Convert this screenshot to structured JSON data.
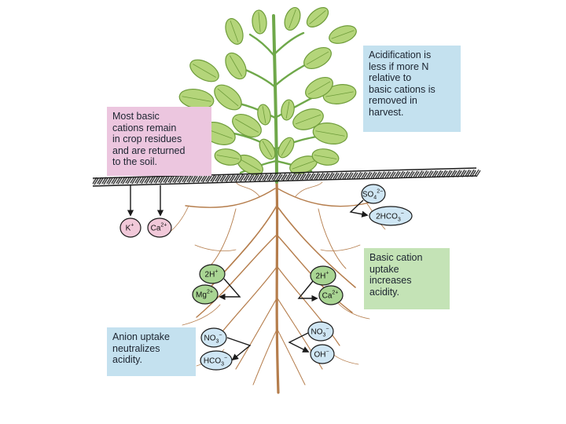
{
  "colors": {
    "pink_box": "#ecc6df",
    "blue_box": "#c4e1ef",
    "green_box": "#c4e3b6",
    "pink_ion": "#f1c9d9",
    "blue_ion": "#cfe6f4",
    "green_ion": "#a9d593",
    "stem": "#6fa84a",
    "leaf": "#b4d57a",
    "leaf_edge": "#6e9c3a",
    "root": "#b57d4c",
    "soil": "#1a1a1a"
  },
  "notes": {
    "residues": "Most basic\ncations remain\nin crop residues\nand are returned\nto the soil.",
    "harvest": "Acidification is\nless if more N\nrelative to\nbasic cations is\nremoved in\nharvest.",
    "basic_uptake": "Basic cation\nuptake\nincreases\nacidity.",
    "anion_uptake": "Anion uptake\nneutralizes\nacidity."
  },
  "ions": [
    {
      "id": "k",
      "base": "K",
      "sup": "+",
      "sub": "",
      "tone": "pink"
    },
    {
      "id": "ca-soil",
      "base": "Ca",
      "sup": "2+",
      "sub": "",
      "tone": "pink"
    },
    {
      "id": "so4",
      "base": "SO",
      "sup": "2−",
      "sub": "4",
      "tone": "blue"
    },
    {
      "id": "hco3-top",
      "base": "2HCO",
      "sup": "−",
      "sub": "3",
      "tone": "blue"
    },
    {
      "id": "h-left",
      "base": "2H",
      "sup": "+",
      "sub": "",
      "tone": "green"
    },
    {
      "id": "mg",
      "base": "Mg",
      "sup": "2+",
      "sub": "",
      "tone": "green"
    },
    {
      "id": "h-right",
      "base": "2H",
      "sup": "+",
      "sub": "",
      "tone": "green"
    },
    {
      "id": "ca-root",
      "base": "Ca",
      "sup": "2+",
      "sub": "",
      "tone": "green"
    },
    {
      "id": "no3-left",
      "base": "NO",
      "sup": "−",
      "sub": "3",
      "tone": "blue"
    },
    {
      "id": "hco3-left",
      "base": "HCO",
      "sup": "−",
      "sub": "3",
      "tone": "blue"
    },
    {
      "id": "no3-right",
      "base": "NO",
      "sup": "−",
      "sub": "3",
      "tone": "blue"
    },
    {
      "id": "oh",
      "base": "OH",
      "sup": "−",
      "sub": "",
      "tone": "blue"
    }
  ]
}
